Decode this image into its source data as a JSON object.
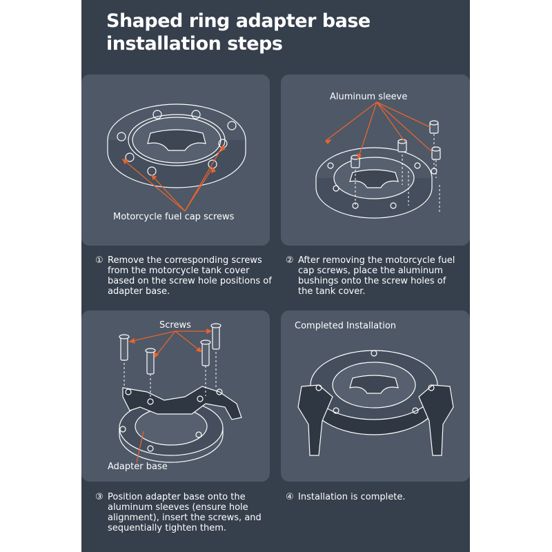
{
  "title": "Shaped ring adapter base installation steps",
  "steps": [
    {
      "label": "Motorcycle fuel cap screws",
      "number": "①",
      "caption": "Remove the corresponding screws from the motorcycle tank cover based on the screw hole positions of adapter base."
    },
    {
      "label": "Aluminum sleeve",
      "number": "②",
      "caption": "After removing the motorcycle fuel cap screws, place the aluminum bushings onto the screw holes of the tank cover."
    },
    {
      "label_top": "Screws",
      "label_bottom": "Adapter base",
      "number": "③",
      "caption": "Position adapter base onto the aluminum sleeves (ensure hole alignment), insert the screws, and sequentially tighten them."
    },
    {
      "label": "Completed Installation",
      "number": "④",
      "caption": "Installation is complete."
    }
  ],
  "colors": {
    "background": "#363f4c",
    "panel": "#4e5867",
    "arrow": "#e8642c",
    "text": "#ffffff"
  }
}
